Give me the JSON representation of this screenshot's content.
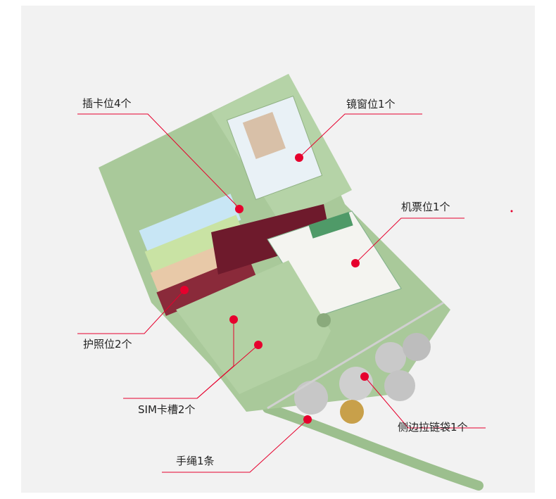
{
  "annotations": {
    "card_slots": "插卡位4个",
    "mirror_window": "镜窗位1个",
    "ticket_slot": "机票位1个",
    "passport_slot": "护照位2个",
    "sim_slot": "SIM卡槽2个",
    "zipper_pocket": "侧边拉链袋1个",
    "wrist_strap": "手绳1条"
  },
  "colors": {
    "accent": "#e6002d",
    "wallet_green": "#a9c99a",
    "background": "#f2f2f2"
  }
}
